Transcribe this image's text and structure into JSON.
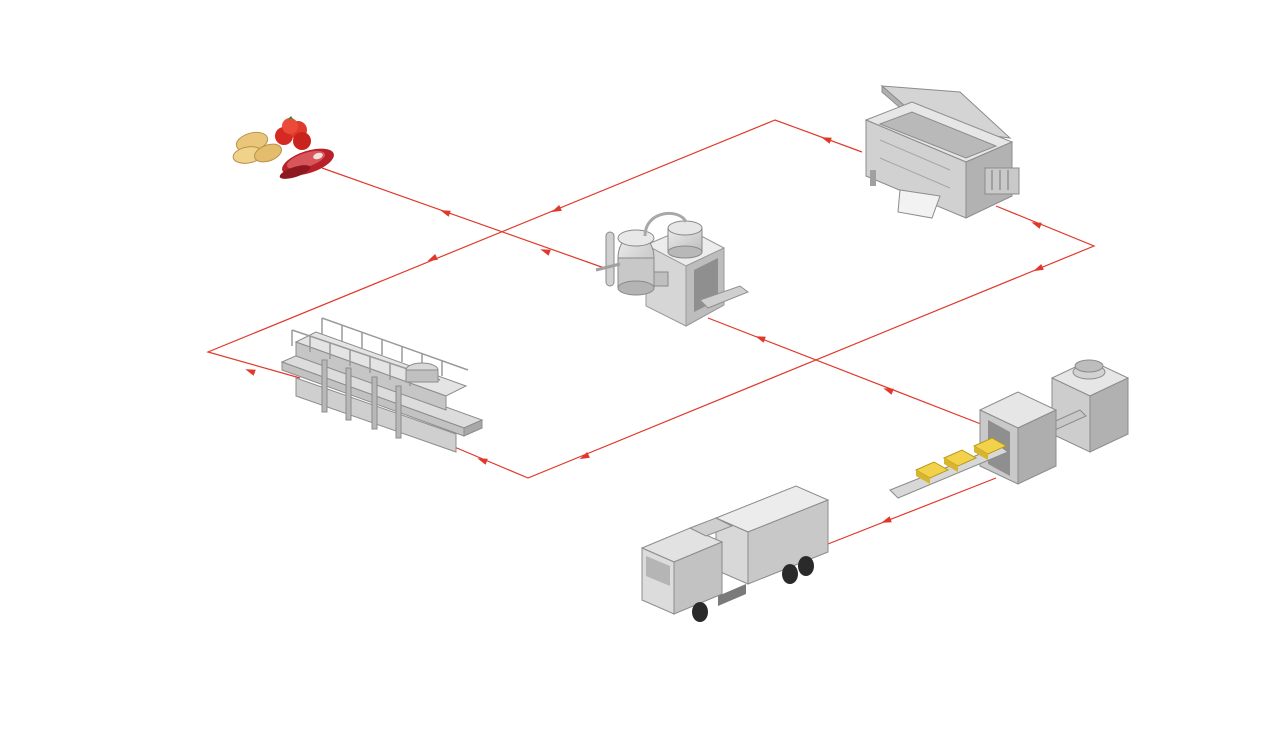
{
  "diagram": {
    "flow_color": "#e0392b",
    "machine_colors": {
      "light": "#dedede",
      "mid": "#c4c4c4",
      "dark": "#9a9a9a",
      "outline": "#8a8a8a"
    },
    "nodes": [
      {
        "id": "raw-ingredients",
        "icon": "raw-ingredients-icon"
      },
      {
        "id": "precooling-processor",
        "icon": "vacuum-processor-icon"
      },
      {
        "id": "cooling-tank",
        "icon": "cooling-tank-icon"
      },
      {
        "id": "washing-conveyor",
        "icon": "washing-conveyor-icon"
      },
      {
        "id": "packaging-line",
        "icon": "packaging-line-icon"
      },
      {
        "id": "delivery-truck",
        "icon": "delivery-truck-icon"
      }
    ]
  }
}
